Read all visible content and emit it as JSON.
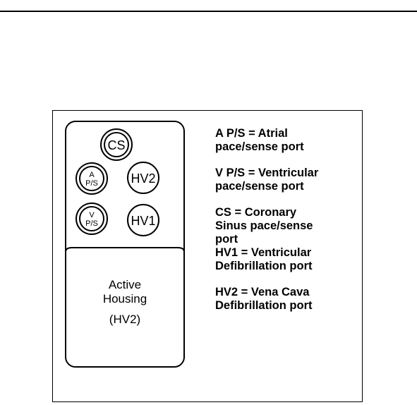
{
  "header": {
    "ports": {
      "cs": "CS",
      "hv2": "HV2",
      "hv1": "HV1",
      "a_top": "A",
      "a_bottom": "P/S",
      "v_top": "V",
      "v_bottom": "P/S"
    },
    "housing_lines": [
      "Active",
      "Housing",
      "(HV2)"
    ]
  },
  "legend": [
    {
      "lines": [
        "A P/S = Atrial",
        "pace/sense port"
      ],
      "gap": false
    },
    {
      "lines": [
        "V P/S = Ventricular",
        "pace/sense port"
      ],
      "gap": true
    },
    {
      "lines": [
        "CS = Coronary",
        "Sinus pace/sense",
        "port"
      ],
      "gap": true
    },
    {
      "lines": [
        "HV1 = Ventricular",
        "Defibrillation port"
      ],
      "gap": false
    },
    {
      "lines": [
        "HV2 = Vena Cava",
        "Defibrillation port"
      ],
      "gap": true
    }
  ]
}
